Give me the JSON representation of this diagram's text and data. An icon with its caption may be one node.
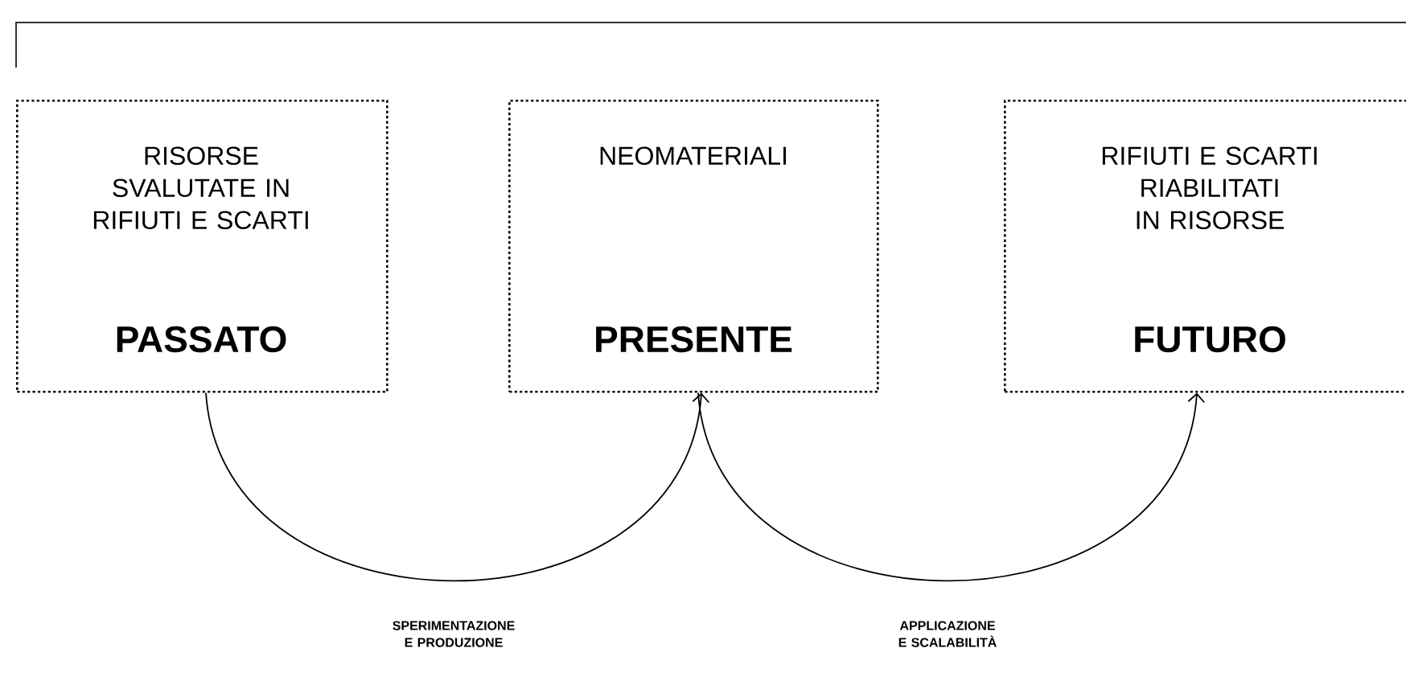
{
  "diagram": {
    "nodes": [
      {
        "text": [
          "RISORSE SVALUTATE IN RIFIUTI E SCARTI",
          "PASSATO"
        ]
      },
      {
        "text": [
          "NEOMATERIALI",
          "PRESENTE"
        ]
      },
      {
        "text": [
          "RIFIUTI E SCARTI RIABILITATI IN RISORSE",
          "FUTURO"
        ]
      }
    ],
    "edges": [
      {
        "from": 0,
        "to": 1,
        "arrow": "to",
        "label": "SPERIMENTAZIONE E PRODUZIONE"
      },
      {
        "from": 1,
        "to": 2,
        "arrow": "to",
        "label": "APPLICAZIONE E SCALABILITÀ"
      }
    ]
  }
}
